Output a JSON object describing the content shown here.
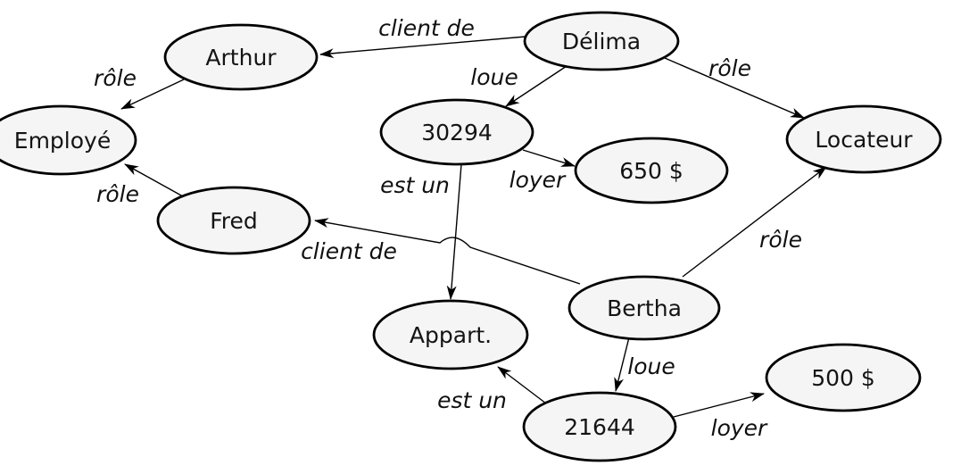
{
  "diagram": {
    "type": "semantic-network-graph",
    "language": "fr",
    "colors": {
      "background": "#ffffff",
      "node_fill": "#f5f5f5",
      "node_stroke": "#000000",
      "edge_color": "#000000",
      "text_color": "#141414"
    },
    "nodes": [
      {
        "id": "arthur",
        "label": "Arthur"
      },
      {
        "id": "delima",
        "label": "Délima"
      },
      {
        "id": "employe",
        "label": "Employé"
      },
      {
        "id": "num30294",
        "label": "30294"
      },
      {
        "id": "montant650",
        "label": "650 $"
      },
      {
        "id": "locateur",
        "label": "Locateur"
      },
      {
        "id": "fred",
        "label": "Fred"
      },
      {
        "id": "appart",
        "label": "Appart."
      },
      {
        "id": "bertha",
        "label": "Bertha"
      },
      {
        "id": "num21644",
        "label": "21644"
      },
      {
        "id": "montant500",
        "label": "500 $"
      }
    ],
    "edges": [
      {
        "from": "Délima",
        "to": "Arthur",
        "label": "client de"
      },
      {
        "from": "Délima",
        "to": "30294",
        "label": "loue"
      },
      {
        "from": "Délima",
        "to": "Locateur",
        "label": "rôle"
      },
      {
        "from": "Arthur",
        "to": "Employé",
        "label": "rôle"
      },
      {
        "from": "30294",
        "to": "650 $",
        "label": "loyer"
      },
      {
        "from": "30294",
        "to": "Appart.",
        "label": "est un"
      },
      {
        "from": "Fred",
        "to": "Employé",
        "label": "rôle"
      },
      {
        "from": "Bertha",
        "to": "Fred",
        "label": "client de"
      },
      {
        "from": "Bertha",
        "to": "Locateur",
        "label": "rôle"
      },
      {
        "from": "Bertha",
        "to": "21644",
        "label": "loue"
      },
      {
        "from": "21644",
        "to": "Appart.",
        "label": "est un"
      },
      {
        "from": "21644",
        "to": "500 $",
        "label": "loyer"
      }
    ]
  }
}
